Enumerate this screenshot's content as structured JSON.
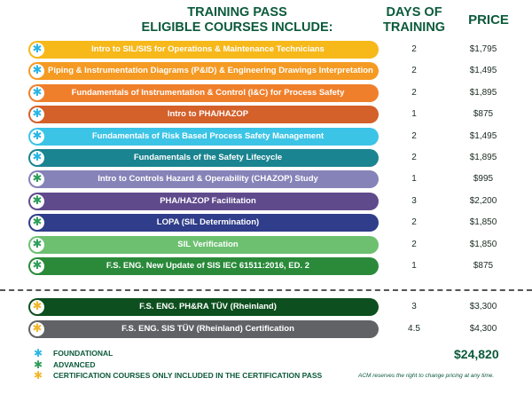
{
  "header": {
    "title_line1": "TRAINING PASS",
    "title_line2": "ELIGIBLE COURSES INCLUDE:",
    "days_line1": "DAYS OF",
    "days_line2": "TRAINING",
    "price": "PRICE"
  },
  "courses": [
    {
      "title": "Intro to SIL/SIS for Operations & Maintenance Technicians",
      "days": "2",
      "price": "$1,795",
      "color": "#f7b81a",
      "star": "#28b5e6"
    },
    {
      "title": "Piping & Instrumentation Diagrams (P&ID) & Engineering Drawings Interpretation",
      "days": "2",
      "price": "$1,495",
      "color": "#f59a23",
      "star": "#28b5e6"
    },
    {
      "title": "Fundamentals of Instrumentation & Control (I&C) for Process Safety",
      "days": "2",
      "price": "$1,895",
      "color": "#f07f2b",
      "star": "#28b5e6"
    },
    {
      "title": "Intro to PHA/HAZOP",
      "days": "1",
      "price": "$875",
      "color": "#d4602a",
      "star": "#28b5e6"
    },
    {
      "title": "Fundamentals of Risk Based Process Safety Management",
      "days": "2",
      "price": "$1,495",
      "color": "#3cc4e6",
      "star": "#28b5e6"
    },
    {
      "title": "Fundamentals of the Safety Lifecycle",
      "days": "2",
      "price": "$1,895",
      "color": "#1a8490",
      "star": "#28b5e6"
    },
    {
      "title": "Intro to Controls Hazard & Operability (CHAZOP) Study",
      "days": "1",
      "price": "$995",
      "color": "#8683b8",
      "star": "#2e9e5a"
    },
    {
      "title": "PHA/HAZOP Facilitation",
      "days": "3",
      "price": "$2,200",
      "color": "#5f4a8c",
      "star": "#2e9e5a"
    },
    {
      "title": "LOPA (SIL Determination)",
      "days": "2",
      "price": "$1,850",
      "color": "#2f3d8a",
      "star": "#2e9e5a"
    },
    {
      "title": "SIL Verification",
      "days": "2",
      "price": "$1,850",
      "color": "#6cc070",
      "star": "#2e9e5a"
    },
    {
      "title": "F.S. ENG. New Update of SIS IEC 61511:2016, ED. 2",
      "days": "1",
      "price": "$875",
      "color": "#2a8a3a",
      "star": "#2e9e5a"
    }
  ],
  "certifications": [
    {
      "title": "F.S. ENG. PH&RA TÜV (Rheinland)",
      "days": "3",
      "price": "$3,300",
      "color": "#0d4f1e",
      "star": "#f3b62a"
    },
    {
      "title": "F.S. ENG. SIS TÜV (Rheinland) Certification",
      "days": "4.5",
      "price": "$4,300",
      "color": "#606266",
      "star": "#f3b62a"
    }
  ],
  "legend": [
    {
      "label": "FOUNDATIONAL",
      "star": "#28b5e6"
    },
    {
      "label": "ADVANCED",
      "star": "#2e9e5a"
    },
    {
      "label": "CERTIFICATION COURSES ONLY INCLUDED IN THE CERTIFICATION PASS",
      "star": "#f3b62a"
    }
  ],
  "total": "$24,820",
  "note": "ACM reserves the right to change pricing at any time.",
  "star_glyph": "✱"
}
